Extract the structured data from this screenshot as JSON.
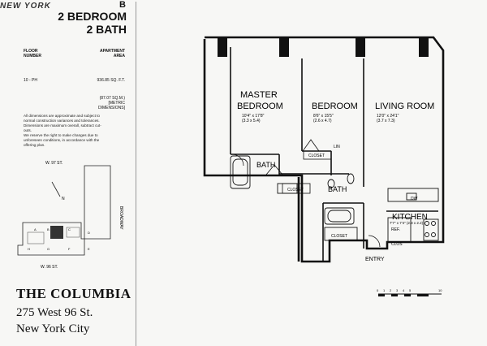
{
  "header": {
    "scan_text": "NEW YORK",
    "plan_letter": "B",
    "unit_type_line1": "2 BEDROOM",
    "unit_type_line2": "2 BATH"
  },
  "specs": {
    "floor_label_1": "FLOOR",
    "floor_label_2": "NUMBER",
    "apt_label_1": "APARTMENT",
    "apt_label_2": "AREA",
    "floor_value": "10 - PH",
    "area_sqft": "936.85 SQ. F.T.",
    "area_sqm": "(87.07 SQ.M.)",
    "area_note": "[METRIC DIMENSIONS]"
  },
  "notes": [
    "All dimensions are approximate and subject to",
    "normal construction variances and tolerances.",
    "Dimensions are maximum overall, subtract cut-",
    "outs.",
    "We reserve the right to make changes due to",
    "unforeseen conditions, in accordance with the",
    "offering plan."
  ],
  "key_plan": {
    "street_north": "W. 97 ST.",
    "street_south": "W. 96 ST.",
    "avenue": "BROADWAY",
    "north_marker": "N",
    "units": [
      "A",
      "B",
      "C",
      "D",
      "E",
      "F",
      "G",
      "H"
    ]
  },
  "building": {
    "name": "THE COLUMBIA",
    "address_line1": "275 West 96 St.",
    "address_line2": "New York City"
  },
  "rooms": {
    "master_line1": "MASTER",
    "master_line2": "BEDROOM",
    "master_dim_ft": "10'4\" x 17'8\"",
    "master_dim_m": "(3.3 x 5.4)",
    "bedroom": "BEDROOM",
    "bedroom_dim_ft": "8'6\" x 15'5\"",
    "bedroom_dim_m": "(2.6 x 4.7)",
    "living": "LIVING ROOM",
    "living_dim_ft": "12'0\" x 24'1\"",
    "living_dim_m": "(3.7 x 7.3)",
    "kitchen": "KITCHEN",
    "kitchen_dim": "7'7\" x 7'4\" (2.3 x 2.2)",
    "bath": "BATH",
    "closet": "CLOSET",
    "lin": "LIN",
    "dw": "DW",
    "ref": "REF.",
    "clos": "CLOS",
    "entry": "ENTRY"
  },
  "scale_bar": {
    "ticks": [
      "0",
      "1",
      "2",
      "3",
      "4",
      "5",
      "10"
    ]
  }
}
